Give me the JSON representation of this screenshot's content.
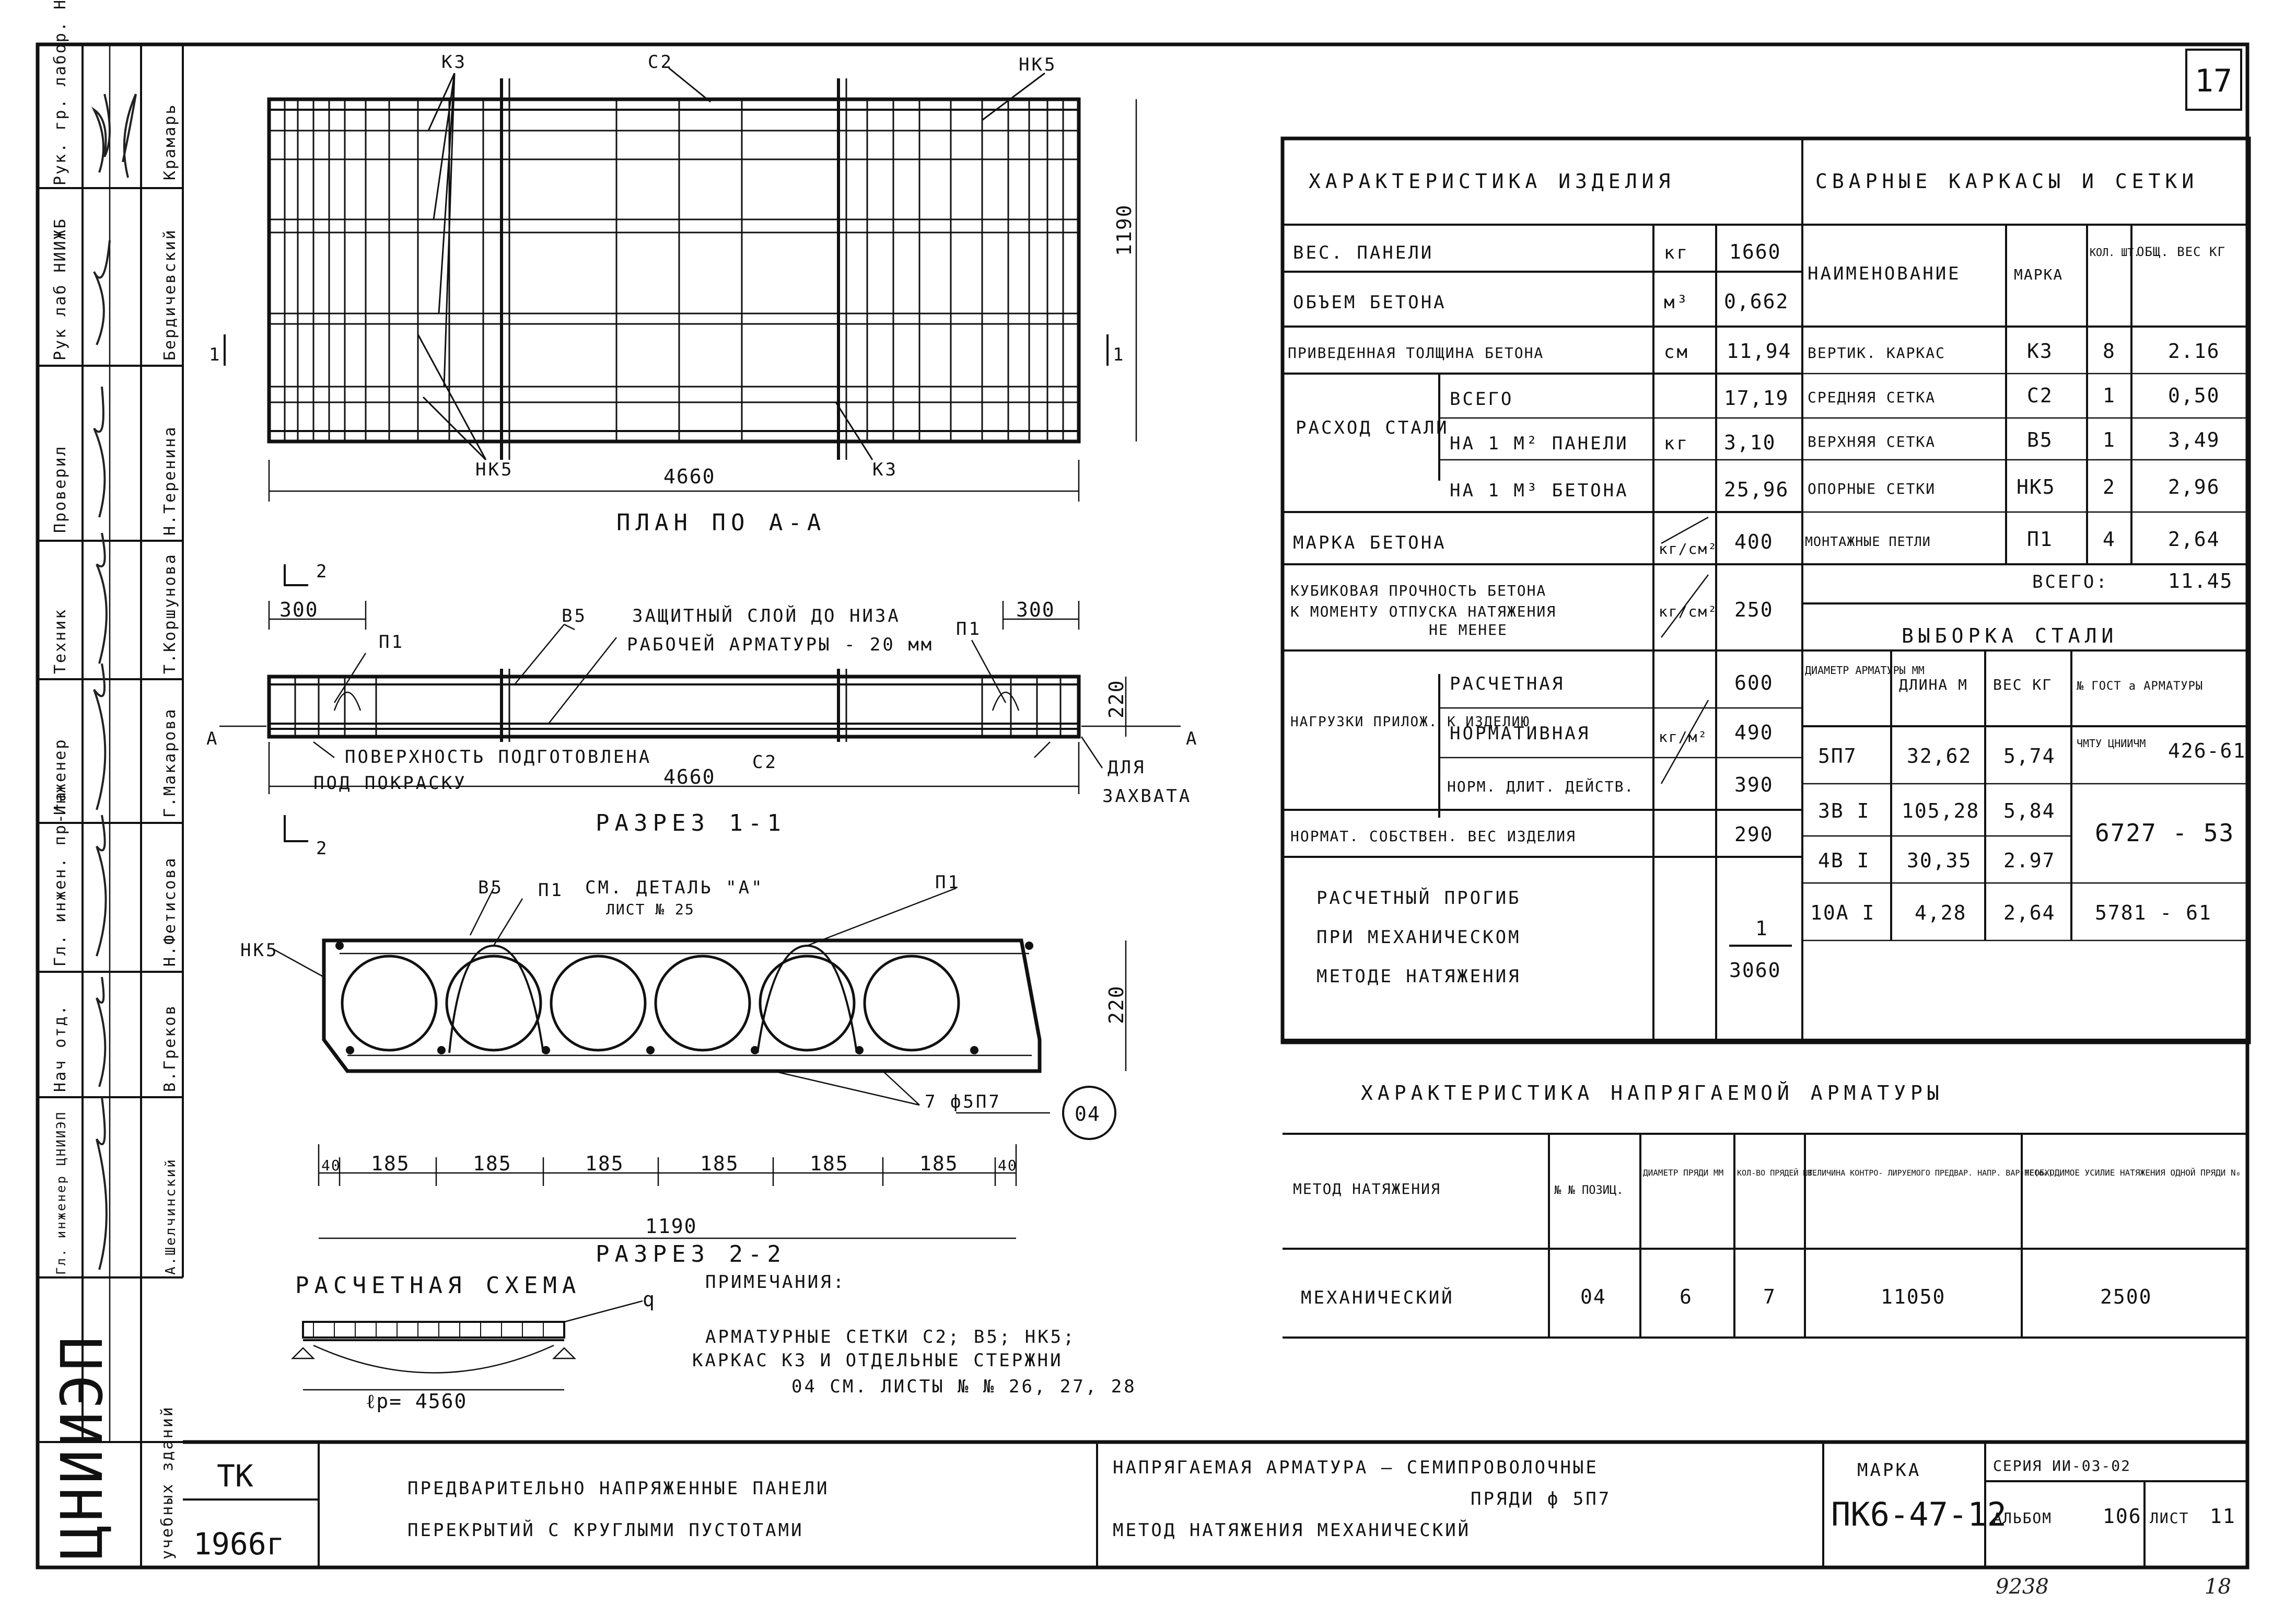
{
  "sheet_corner": "17",
  "stamps": [
    {
      "role": "Рук. гр. лабор. НИИЖБ",
      "name": "Крамарь"
    },
    {
      "role": "Рук лаб НИИЖБ",
      "name": "Бердичевский"
    },
    {
      "role": "Проверил",
      "name": "Н.Теренина"
    },
    {
      "role": "Техник",
      "name": "Т.Коршунова"
    },
    {
      "role": "Инженер",
      "name": "Г.Макарова"
    },
    {
      "role": "Гл. инжен. пр-та",
      "name": "Н.Фетисова"
    },
    {
      "role": "Нач отд.",
      "name": "В.Греков"
    },
    {
      "role": "Гл. инженер ЦНИИЭП",
      "name": "А.Шелчинский"
    }
  ],
  "org": {
    "logo": "ЦНИИЭП",
    "sub": "учебных зданий"
  },
  "plan": {
    "labels": {
      "k3_top": "К3",
      "c2": "С2",
      "nk5_top": "НК5",
      "nk5_bot": "НК5",
      "k3_bot": "К3"
    },
    "dim_length": "4660",
    "dim_width": "1190",
    "section_mark": "1",
    "title": "ПЛАН ПО А-А"
  },
  "section11": {
    "mark2": "2",
    "dim_left": "300",
    "dim_right": "300",
    "p1_left": "П1",
    "b5": "В5",
    "note_cover": "ЗАЩИТНЫЙ СЛОЙ ДО НИЗА",
    "note_cover2": "РАБОЧЕЙ АРМАТУРЫ - 20 мм",
    "p1_right": "П1",
    "height": "220",
    "a_left": "А",
    "a_right": "А",
    "surface1": "ПОВЕРХНОСТЬ ПОДГОТОВЛЕНА",
    "surface2": "ПОД ПОКРАСКУ",
    "length": "4660",
    "c2": "С2",
    "grip1": "ДЛЯ",
    "grip2": "ЗАХВАТА",
    "title": "РАЗРЕЗ 1-1"
  },
  "section22": {
    "b5": "В5",
    "p1": "П1",
    "detail1": "СМ. ДЕТАЛЬ \"А\"",
    "detail2": "ЛИСТ № 25",
    "p1b": "П1",
    "nk5": "НК5",
    "height": "220",
    "strands": "7 ф5П7",
    "pos": "04",
    "dims": [
      "40",
      "185",
      "185",
      "185",
      "185",
      "185",
      "185",
      "40"
    ],
    "width": "1190",
    "title": "РАЗРЕЗ 2-2"
  },
  "scheme": {
    "title": "РАСЧЕТНАЯ СХЕМА",
    "q": "q",
    "span": "ℓр= 4560"
  },
  "notes": {
    "title": "ПРИМЕЧАНИЯ:",
    "line1": "АРМАТУРНЫЕ СЕТКИ С2; В5; НК5;",
    "line2": "КАРКАС К3 И ОТДЕЛЬНЫЕ СТЕРЖНИ",
    "line3": "04 СМ. ЛИСТЫ № № 26, 27, 28"
  },
  "product_table": {
    "title": "ХАРАКТЕРИСТИКА ИЗДЕЛИЯ",
    "rows": {
      "weight": {
        "label": "ВЕС. ПАНЕЛИ",
        "unit": "кг",
        "value": "1660"
      },
      "volume": {
        "label": "ОБЪЕМ БЕТОНА",
        "unit": "м³",
        "value": "0,662"
      },
      "thickness": {
        "label": "ПРИВЕДЕННАЯ ТОЛЩИНА БЕТОНА",
        "unit": "см",
        "value": "11,94"
      },
      "steel": {
        "group": "РАСХОД СТАЛИ",
        "unit": "кг",
        "items": [
          {
            "label": "ВСЕГО",
            "value": "17,19"
          },
          {
            "label": "НА 1 М² ПАНЕЛИ",
            "value": "3,10"
          },
          {
            "label": "НА 1 М³ БЕТОНА",
            "value": "25,96"
          }
        ]
      },
      "grade": {
        "label": "МАРКА БЕТОНА",
        "unit": "кг/см²",
        "value": "400"
      },
      "strength": {
        "label1": "КУБИКОВАЯ ПРОЧНОСТЬ БЕТОНА",
        "label2": "К МОМЕНТУ ОТПУСКА НАТЯЖЕНИЯ",
        "label3": "НЕ МЕНЕЕ",
        "unit": "кг/см²",
        "value": "250"
      },
      "loads": {
        "group": "НАГРУЗКИ ПРИЛОЖ. К ИЗДЕЛИЮ",
        "unit": "кг/м²",
        "items": [
          {
            "label": "РАСЧЕТНАЯ",
            "value": "600"
          },
          {
            "label": "НОРМАТИВНАЯ",
            "value": "490"
          },
          {
            "label": "НОРМ. ДЛИТ. ДЕЙСТВ.",
            "value": "390"
          }
        ]
      },
      "selfweight": {
        "label": "НОРМАТ. СОБСТВЕН. ВЕС ИЗДЕЛИЯ",
        "value": "290"
      },
      "deflection": {
        "label1": "РАСЧЕТНЫЙ ПРОГИБ",
        "label2": "ПРИ МЕХАНИЧЕСКОМ",
        "label3": "МЕТОДЕ НАТЯЖЕНИЯ",
        "num": "1",
        "den": "3060"
      }
    }
  },
  "frames_table": {
    "title": "СВАРНЫЕ КАРКАСЫ И СЕТКИ",
    "headers": [
      "НАИМЕНОВАНИЕ",
      "МАРКА",
      "КОЛ. ШТ.",
      "ОБЩ. ВЕС КГ"
    ],
    "rows": [
      [
        "ВЕРТИК. КАРКАС",
        "К3",
        "8",
        "2.16"
      ],
      [
        "СРЕДНЯЯ СЕТКА",
        "С2",
        "1",
        "0,50"
      ],
      [
        "ВЕРХНЯЯ СЕТКА",
        "В5",
        "1",
        "3,49"
      ],
      [
        "ОПОРНЫЕ СЕТКИ",
        "НК5",
        "2",
        "2,96"
      ],
      [
        "МОНТАЖНЫЕ ПЕТЛИ",
        "П1",
        "4",
        "2,64"
      ]
    ],
    "total_label": "ВСЕГО:",
    "total": "11.45"
  },
  "steel_table": {
    "title": "ВЫБОРКА СТАЛИ",
    "headers": [
      "ДИАМЕТР АРМАТУРЫ ММ",
      "ДЛИНА М",
      "ВЕС КГ",
      "№ ГОСТ а АРМАТУРЫ"
    ],
    "rows": [
      [
        "5П7",
        "32,62",
        "5,74"
      ],
      [
        "3В I",
        "105,28",
        "5,84"
      ],
      [
        "4В I",
        "30,35",
        "2.97"
      ],
      [
        "10А I",
        "4,28",
        "2,64"
      ]
    ],
    "gost1a": "ЧМТУ ЦНИИЧМ",
    "gost1b": "426-61",
    "gost2": "6727 - 53",
    "gost3": "5781 - 61"
  },
  "tension_table": {
    "title": "ХАРАКТЕРИСТИКА НАПРЯГАЕМОЙ АРМАТУРЫ",
    "headers": [
      "МЕТОД НАТЯЖЕНИЯ",
      "№ № ПОЗИЦ.",
      "ДИАМЕТР ПРЯДИ ММ",
      "КОЛ-ВО ПРЯДЕЙ ШТ.",
      "ВЕЛИЧИНА КОНТРО- ЛИРУЕМОГО ПРЕДВАР. НАПР. ВАР-ТЕ(σ₀)",
      "НЕОБХОДИМОЕ УСИЛИЕ НАТЯЖЕНИЯ ОДНОЙ ПРЯДИ N₀"
    ],
    "row": [
      "МЕХАНИЧЕСКИЙ",
      "04",
      "6",
      "7",
      "11050",
      "2500"
    ]
  },
  "title_block": {
    "tk": "ТК",
    "year": "1966г",
    "name1": "ПРЕДВАРИТЕЛЬНО НАПРЯЖЕННЫЕ ПАНЕЛИ",
    "name2": "ПЕРЕКРЫТИЙ С КРУГЛЫМИ ПУСТОТАМИ",
    "desc1": "НАПРЯГАЕМАЯ АРМАТУРА — СЕМИПРОВОЛОЧНЫЕ",
    "desc2": "ПРЯДИ ф 5П7",
    "desc3": "МЕТОД НАТЯЖЕНИЯ      МЕХАНИЧЕСКИЙ",
    "mark_label": "МАРКА",
    "mark": "ПК6-47-12",
    "series": "СЕРИЯ ИИ-03-02",
    "album_label": "АЛЬБОМ",
    "album": "106",
    "sheet_label": "ЛИСТ",
    "sheet": "11"
  },
  "handwritten": {
    "inv": "9238",
    "page": "18"
  }
}
